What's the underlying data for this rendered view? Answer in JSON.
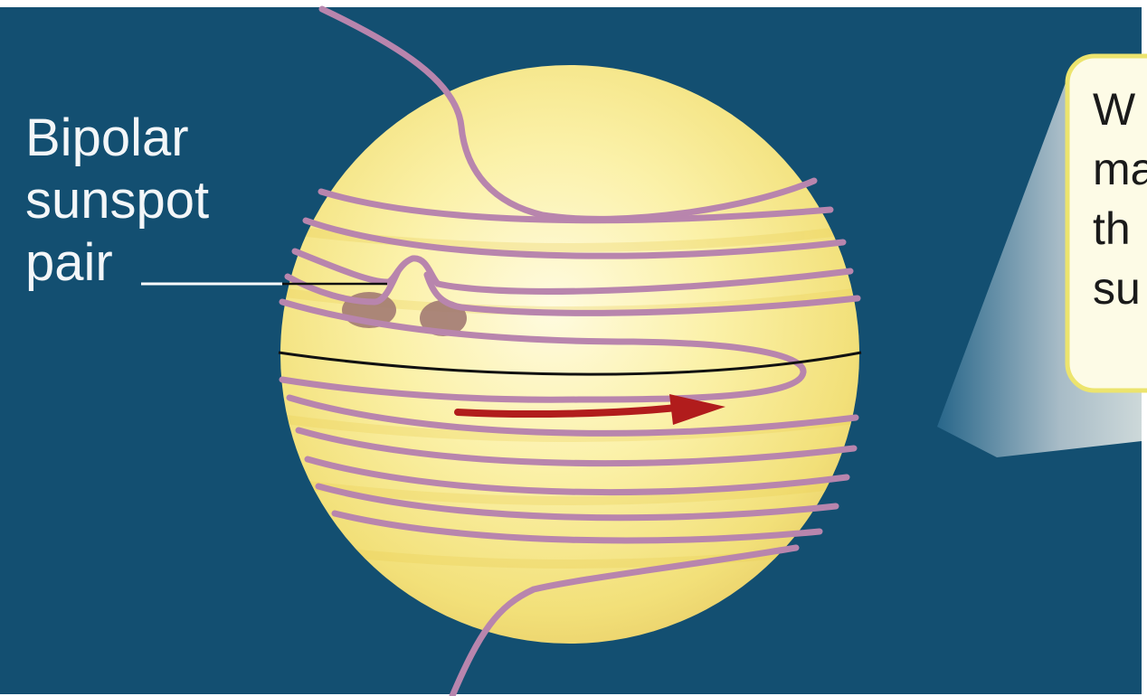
{
  "label": {
    "lines": [
      "Bipolar",
      "sunspot",
      "pair"
    ]
  },
  "callout": {
    "lines": [
      "W",
      "ma",
      "th",
      "su"
    ]
  },
  "colors": {
    "background": "#134f71",
    "sun": "#f6e98a",
    "field_line": "#b885ad",
    "sunspot": "#a27a72",
    "rotation_arrow": "#b11c1c",
    "callout_border": "#ece46e",
    "callout_fill": "#fdfbe6"
  },
  "icons": {
    "rotation_arrow": "arrow-right-icon"
  }
}
